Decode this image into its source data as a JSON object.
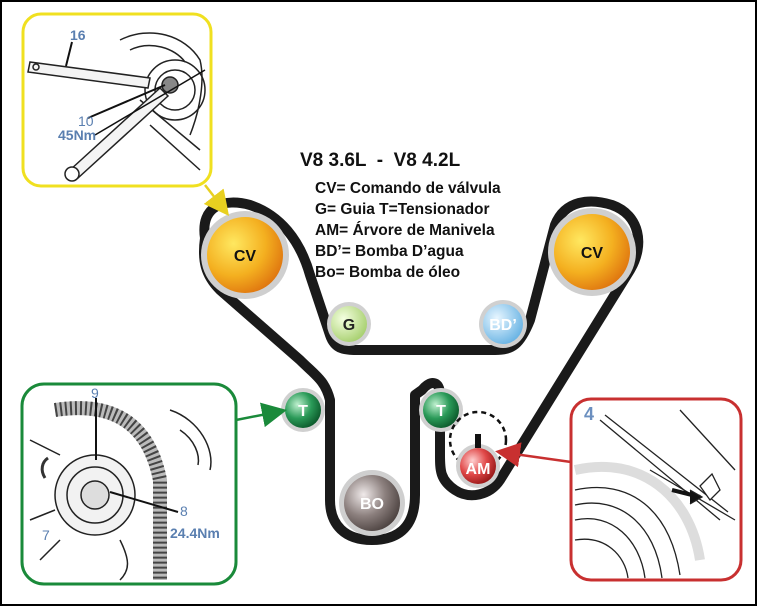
{
  "title": "V8 3.6L  -  V8 4.2L",
  "legend": [
    "CV= Comando de válvula",
    "G= Guia T=Tensionador",
    "AM= Árvore de Manivela",
    "BD’= Bomba D’agua",
    "Bo= Bomba de óleo"
  ],
  "pulleys": {
    "cv_left": "CV",
    "cv_right": "CV",
    "guide": "G",
    "water_pump": "BD’",
    "tensioner_left": "T",
    "tensioner_right": "T",
    "oil_pump": "BO",
    "crankshaft": "AM"
  },
  "callouts": {
    "top_left": {
      "tool_number": "16",
      "bolt_number": "10",
      "torque": "45Nm",
      "border_color": "#f0e020"
    },
    "bottom_left": {
      "part_top": "9",
      "bolt_number": "8",
      "part_left": "7",
      "torque": "24.4Nm",
      "border_color": "#1a8a3a"
    },
    "right": {
      "number": "4",
      "border_color": "#c83030"
    }
  },
  "colors": {
    "belt": "#1a1a1a",
    "cam_pulley": "#f0a818",
    "guide_pulley": "#b8dc80",
    "water_pump_pulley": "#80c0e8",
    "tensioner_pulley": "#1e8a4a",
    "oil_pump_pulley": "#7a6e6c",
    "crank_pulley": "#e04848",
    "arrow_yellow": "#e8d020",
    "arrow_green": "#1a8a3a",
    "arrow_red": "#c83030"
  }
}
